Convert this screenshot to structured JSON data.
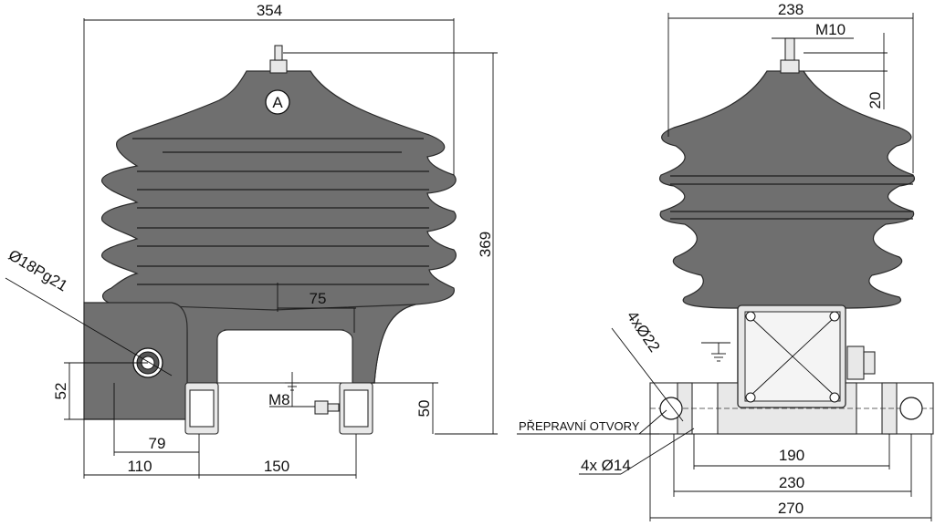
{
  "front_view": {
    "width_dim": "354",
    "height_dim": "369",
    "offset_75": "75",
    "thread_dim": "Ø18Pg21",
    "dim_52": "52",
    "dim_50": "50",
    "dim_79": "79",
    "dim_110": "110",
    "dim_150": "150",
    "ground_label": "M8",
    "terminal_label": "A"
  },
  "side_view": {
    "width_dim": "238",
    "thread_dim": "M10",
    "dim_20": "20",
    "holes_22": "4xØ22",
    "transport_label": "PŘEPRAVNÍ OTVORY",
    "holes_14": "4x Ø14",
    "dim_190": "190",
    "dim_230": "230",
    "dim_270": "270"
  }
}
